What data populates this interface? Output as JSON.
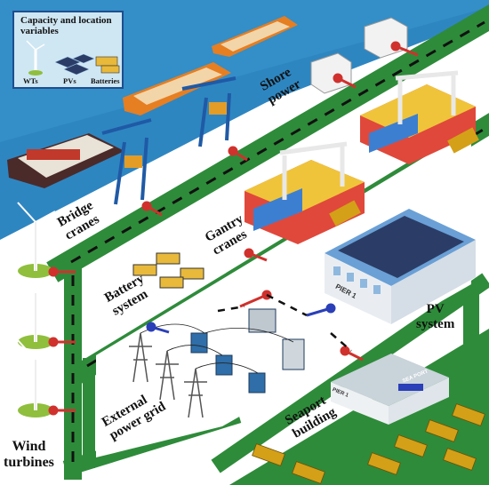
{
  "legend": {
    "title": "Capacity and location variables",
    "items": [
      {
        "label": "WTs",
        "icon": "wind-turbine-icon"
      },
      {
        "label": "PVs",
        "icon": "solar-panel-icon"
      },
      {
        "label": "Batteries",
        "icon": "battery-icon"
      }
    ]
  },
  "labels": {
    "shore_power": "Shore\npower",
    "bridge_cranes": "Bridge\ncranes",
    "gantry_cranes": "Gantry\ncranes",
    "battery_system": "Battery\nsystem",
    "pv_system": "PV\nsystem",
    "external_power_grid": "External\npower grid",
    "seaport_building": "Seaport\nbuilding",
    "wind_turbines": "Wind\nturbines",
    "pier_sign": "PIER 1",
    "port_sign": "SEA PORT",
    "pier_sign_small": "PIER 1"
  },
  "colors": {
    "sea": "#2e86c1",
    "road": "#2e8b3a",
    "ground": "#ffffff",
    "legend_bg": "#cfe7f3",
    "legend_border": "#1d4e8f",
    "connector": "#d0312d",
    "connector_blue": "#2a3fb8"
  }
}
